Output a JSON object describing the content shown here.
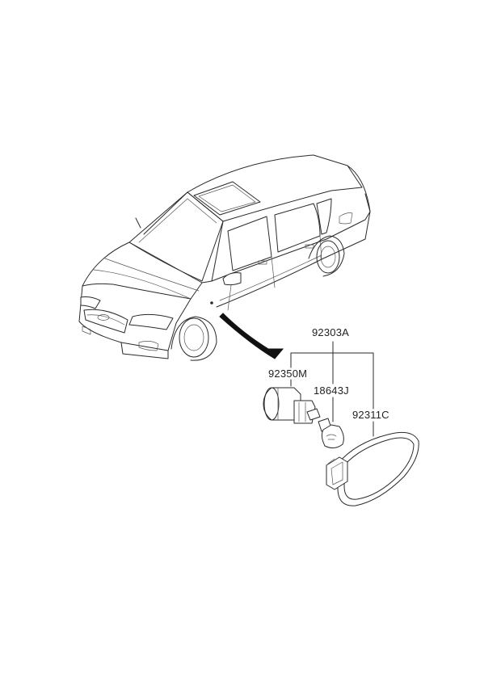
{
  "parts": {
    "assembly": "92303A",
    "socket": "92350M",
    "bulb": "18643J",
    "lamp": "92311C"
  },
  "icons": {
    "car": "sedan-outline-icon",
    "socket": "bulb-socket-icon",
    "bulb": "wedge-bulb-icon",
    "lamp": "side-repeater-lamp-icon"
  },
  "colors": {
    "line": "#2a2a2a",
    "background": "#ffffff"
  }
}
